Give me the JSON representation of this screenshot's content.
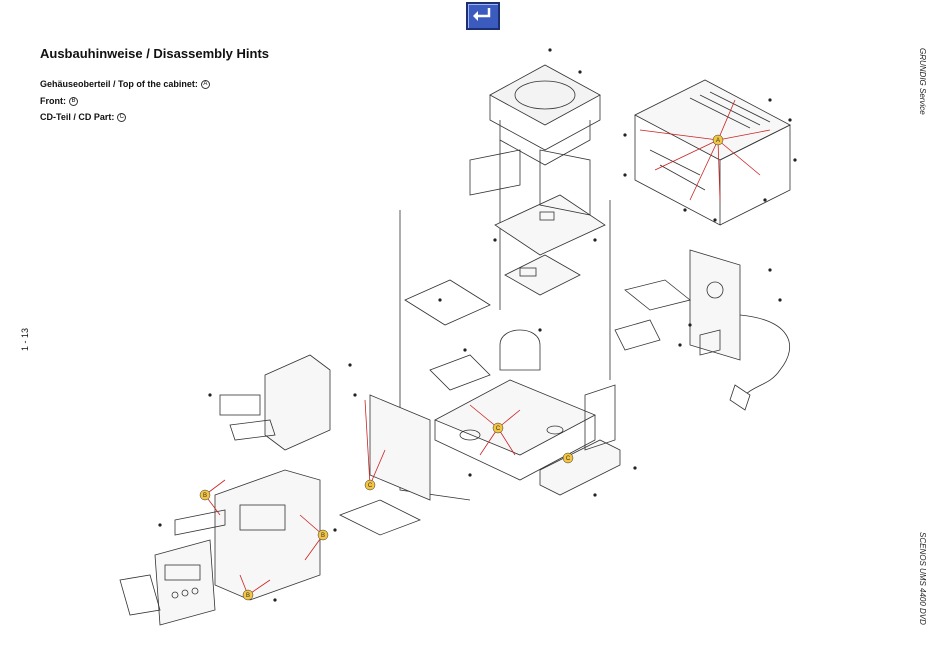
{
  "header": {
    "back_button_icon": "return-arrow-icon",
    "title": "Ausbauhinweise / Disassembly Hints"
  },
  "hints": [
    {
      "label": "Gehäuseoberteil / Top of the cabinet:",
      "marker": "A"
    },
    {
      "label": "Front:",
      "marker": "B"
    },
    {
      "label": "CD-Teil / CD Part:",
      "marker": "C"
    }
  ],
  "sidebar": {
    "brand": "GRUNDIG Service",
    "model": "SCENOS UMS 4400 DVD"
  },
  "page_number": "1 - 13",
  "diagram": {
    "callout_markers": [
      "A",
      "B",
      "B",
      "B",
      "C",
      "C",
      "C"
    ],
    "colors": {
      "callout_fill": "#f4c542",
      "callout_line": "#cc2222",
      "outline": "#333333"
    }
  }
}
